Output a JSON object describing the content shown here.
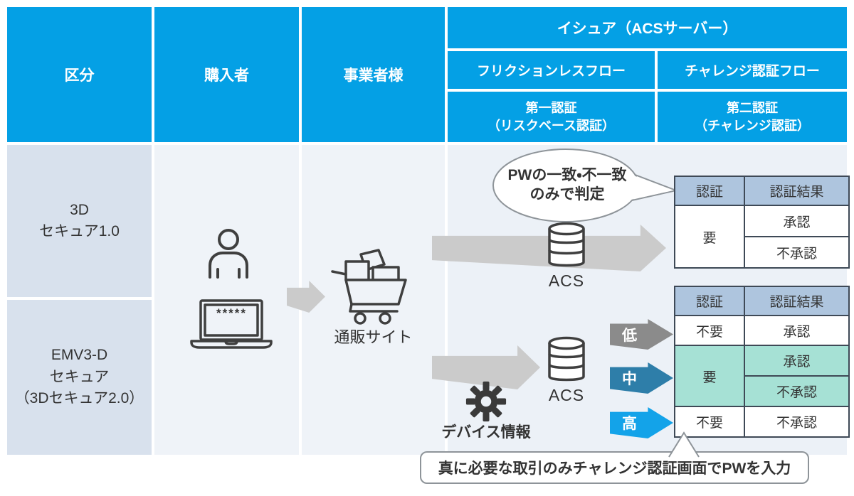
{
  "colors": {
    "header_blue": "#04A0E5",
    "row_label_bg": "#D8E1ED",
    "body_bg": "#EFF3F8",
    "flow_bg": "#ECF1F7",
    "table_header_bg": "#AEC5DE",
    "table_border": "#3E4956",
    "highlight_teal": "#A6E1D5",
    "flow_arrow_gray": "#CBCBCB",
    "risk_low_gray": "#8B8B8B",
    "risk_mid_blue": "#2E7EA9",
    "risk_high_blue": "#13A3E9"
  },
  "header": {
    "category": "区分",
    "purchaser": "購入者",
    "merchant": "事業者様",
    "issuer": "イシュア（ACSサーバー）",
    "frictionless_flow": "フリクションレスフロー",
    "challenge_flow": "チャレンジ認証フロー",
    "first_auth": "第一認証\n（リスクベース認証）",
    "second_auth": "第二認証\n（チャレンジ認証）"
  },
  "rows": [
    {
      "label": "3D\nセキュア1.0"
    },
    {
      "label": "EMV3-D\nセキュア\n（3Dセキュア2.0）"
    }
  ],
  "purchaser": {
    "password_mask": "*****"
  },
  "merchant": {
    "site_label": "通販サイト"
  },
  "flow_3ds1": {
    "bubble_text": "PWの一致・不一致\nのみで判定",
    "acs_label": "ACS",
    "result_table": {
      "col_auth": "認証",
      "col_result": "認証結果",
      "auth_required": "要",
      "result_approved": "承認",
      "result_declined": "不承認"
    }
  },
  "flow_emv3ds": {
    "acs_label": "ACS",
    "device_info_label": "デバイス情報",
    "risk_levels": [
      {
        "label": "低"
      },
      {
        "label": "中"
      },
      {
        "label": "高"
      }
    ],
    "result_table": {
      "col_auth": "認証",
      "col_result": "認証結果",
      "row_low": {
        "auth": "不要",
        "result": "承認"
      },
      "row_mid": {
        "auth": "要",
        "result_approved": "承認",
        "result_declined": "不承認"
      },
      "row_high": {
        "auth": "不要",
        "result": "不承認"
      }
    }
  },
  "footnote": "真に必要な取引のみチャレンジ認証画面でPWを入力"
}
